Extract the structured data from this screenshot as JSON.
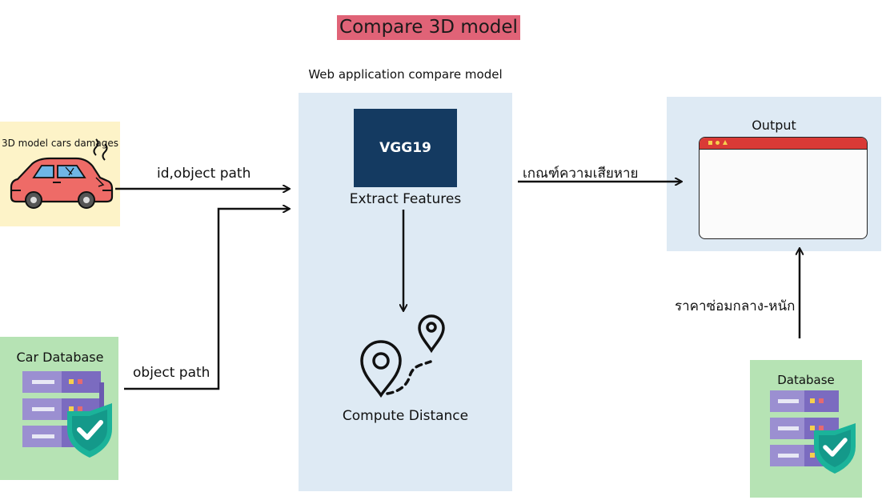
{
  "title": "Compare 3D model",
  "web_app": {
    "label": "Web application compare model",
    "vgg_label": "VGG19",
    "extract_label": "Extract Features",
    "compute_label": "Compute Distance"
  },
  "car_source": {
    "label": "3D model cars damages"
  },
  "car_database": {
    "label": "Car Database"
  },
  "database": {
    "label": "Database"
  },
  "output": {
    "label": "Output"
  },
  "edges": {
    "car_to_app": "id,object path",
    "db_to_app": "object path",
    "app_to_output": "เกณฑ์ความเสียหาย",
    "db_to_output": "ราคาซ่อมกลาง-หนัก"
  },
  "icons": {
    "car": "damaged-car-icon",
    "server": "server-shield-icon",
    "distance": "route-distance-icon",
    "window": "browser-window-icon"
  },
  "colors": {
    "title_bg": "#e06377",
    "panel_blue": "#deeaf4",
    "yellow": "#fdf3c8",
    "green": "#b6e3b4",
    "vgg_bg": "#143a61",
    "window_bar": "#d93a36"
  }
}
